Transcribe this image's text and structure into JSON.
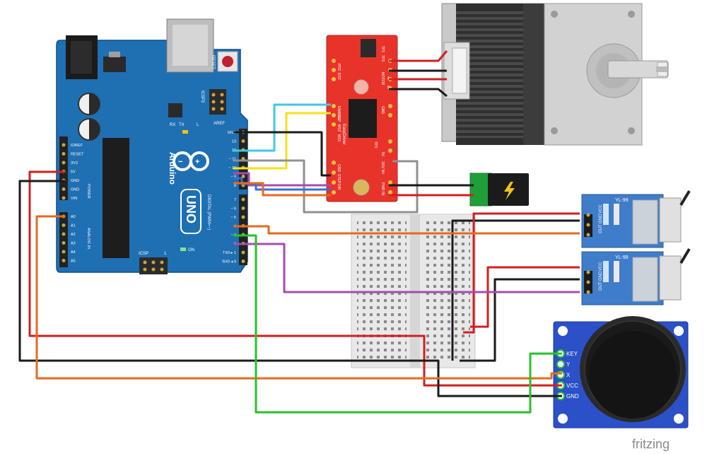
{
  "arduino": {
    "reset_label": "RESET",
    "icsp2_label": "ICSP2",
    "icsp_label": "ICSP",
    "icsp_pin1": "1",
    "on_label": "ON",
    "aref_label": "AREF",
    "brand": "Arduino",
    "model": "UNO",
    "digital_label": "DIGITAL (PWM=~)",
    "power_label": "POWER",
    "analog_label": "ANALOG IN",
    "led_l": "L",
    "led_tx": "TX",
    "led_rx": "RX",
    "left_pins": [
      "IOREF",
      "RESET",
      "3V3",
      "5V",
      "GND",
      "GND",
      "VIN"
    ],
    "analog_pins": [
      "A0",
      "A1",
      "A2",
      "A3",
      "A4",
      "A5"
    ],
    "right_pins_top": [
      "GND",
      "13",
      "12",
      "~ 11",
      "~ 10",
      "~ 9",
      "8"
    ],
    "right_pins_bottom": [
      "7",
      "~ 6",
      "~ 5",
      "4",
      "~ 3",
      "2",
      "TX0 ▸ 1",
      "RX0 ◂ 0"
    ]
  },
  "driver": {
    "name": "EasyDriver",
    "labels": [
      "MOTOR",
      "PFD",
      "RST",
      "ENABLE",
      "SLP",
      "MS2",
      "MS1",
      "GND",
      "STEP",
      "DIR",
      "GND",
      "PWR IN",
      "TP1",
      "TP2",
      "TP3",
      "A",
      "B",
      "5V",
      "3/5V",
      "M+"
    ]
  },
  "limit_switch": {
    "model": "YL-99",
    "pins": [
      "OUT",
      "GND",
      "VCC"
    ]
  },
  "joystick": {
    "pins": [
      "KEY",
      "Y",
      "X",
      "VCC",
      "GND"
    ]
  },
  "watermark": "fritzing",
  "colors": {
    "board_blue": "#1f6fb3",
    "driver_red": "#e8332b",
    "breadboard": "#e8e8e8",
    "wire_cyan": "#40c8e0",
    "wire_yellow": "#f5e21a",
    "wire_blue": "#3b6fd6",
    "wire_orange": "#e66a1e",
    "wire_purple": "#a64cb0",
    "wire_green": "#27c229",
    "wire_red": "#d21f1f",
    "wire_black": "#1a1a1a",
    "wire_gray": "#909090"
  }
}
